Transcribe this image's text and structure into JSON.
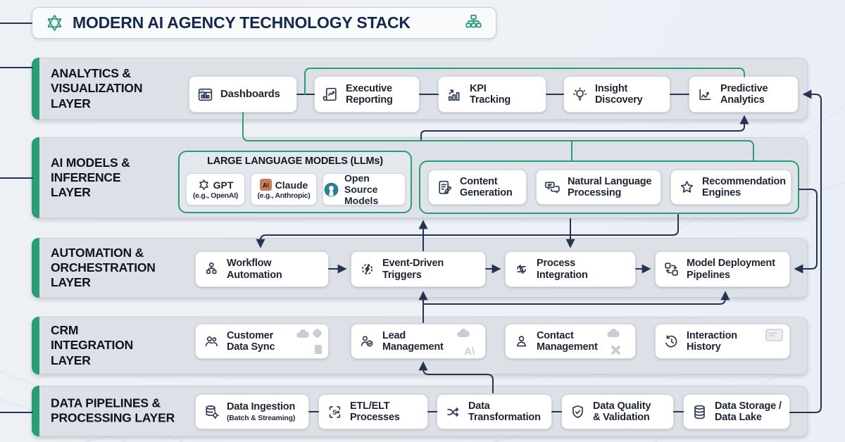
{
  "title": {
    "text": "MODERN AI AGENCY TECHNOLOGY STACK",
    "left_icon": "openai-logo",
    "right_icon": "sitemap"
  },
  "colors": {
    "accent_green": "#2A9D77",
    "connector_navy": "#243350",
    "band_bg": "#DDE1E7",
    "card_bg": "#FFFFFF",
    "page_bg": "#EEF1F6",
    "title_text": "#14294D",
    "claude_orange": "#C97B5A",
    "open_source_teal": "#2D7F8E"
  },
  "logos": {
    "anthropic_mark": "A\\"
  },
  "layers": [
    {
      "name": "analytics-visualization",
      "label": "ANALYTICS &\nVISUALIZATION\nLAYER",
      "cards": [
        {
          "label": "Dashboards",
          "icon": "dashboard-icon"
        },
        {
          "label": "Executive\nReporting",
          "icon": "report-icon"
        },
        {
          "label": "KPI\nTracking",
          "icon": "kpi-bars-icon"
        },
        {
          "label": "Insight\nDiscovery",
          "icon": "lightbulb-icon"
        },
        {
          "label": "Predictive\nAnalytics",
          "icon": "trend-chart-icon"
        }
      ]
    },
    {
      "name": "ai-models-inference",
      "label": "AI MODELS &\nINFERENCE\nLAYER",
      "llm_group": {
        "title": "LARGE LANGUAGE MODELS (LLMs)",
        "cards": [
          {
            "label": "GPT",
            "sub": "(e.g., OpenAI)",
            "icon": "openai-logo-icon"
          },
          {
            "label": "Claude",
            "sub": "(e.g., Anthropic)",
            "icon": "claude-logo-icon"
          },
          {
            "label": "Open Source\nModels",
            "icon": "open-source-icon"
          }
        ]
      },
      "cards": [
        {
          "label": "Content\nGeneration",
          "icon": "content-doc-icon"
        },
        {
          "label": "Natural Language\nProcessing",
          "icon": "chat-bubbles-icon"
        },
        {
          "label": "Recommendation\nEngines",
          "icon": "star-icon"
        }
      ]
    },
    {
      "name": "automation-orchestration",
      "label": "AUTOMATION &\nORCHESTRATION\nLAYER",
      "cards": [
        {
          "label": "Workflow\nAutomation",
          "icon": "org-chart-icon"
        },
        {
          "label": "Event-Driven\nTriggers",
          "icon": "gear-bolt-icon"
        },
        {
          "label": "Process\nIntegration",
          "icon": "sync-gear-icon"
        },
        {
          "label": "Model Deployment\nPipelines",
          "icon": "deploy-squares-icon"
        }
      ]
    },
    {
      "name": "crm-integration",
      "label": "CRM\nINTEGRATION\nLAYER",
      "cards": [
        {
          "label": "Customer\nData Sync",
          "icon": "users-icon"
        },
        {
          "label": "Lead\nManagement",
          "icon": "person-check-icon"
        },
        {
          "label": "Contact\nManagement",
          "icon": "person-icon"
        },
        {
          "label": "Interaction\nHistory",
          "icon": "history-clock-icon"
        }
      ]
    },
    {
      "name": "data-pipelines-processing",
      "label": "DATA PIPELINES &\nPROCESSING LAYER",
      "cards": [
        {
          "label": "Data Ingestion",
          "sub": "(Batch & Streaming)",
          "icon": "database-gear-icon"
        },
        {
          "label": "ETL/ELT\nProcesses",
          "icon": "etl-brackets-icon"
        },
        {
          "label": "Data\nTransformation",
          "icon": "shuffle-icon"
        },
        {
          "label": "Data Quality\n& Validation",
          "icon": "shield-check-icon"
        },
        {
          "label": "Data Storage /\nData Lake",
          "icon": "database-icon"
        }
      ]
    }
  ]
}
